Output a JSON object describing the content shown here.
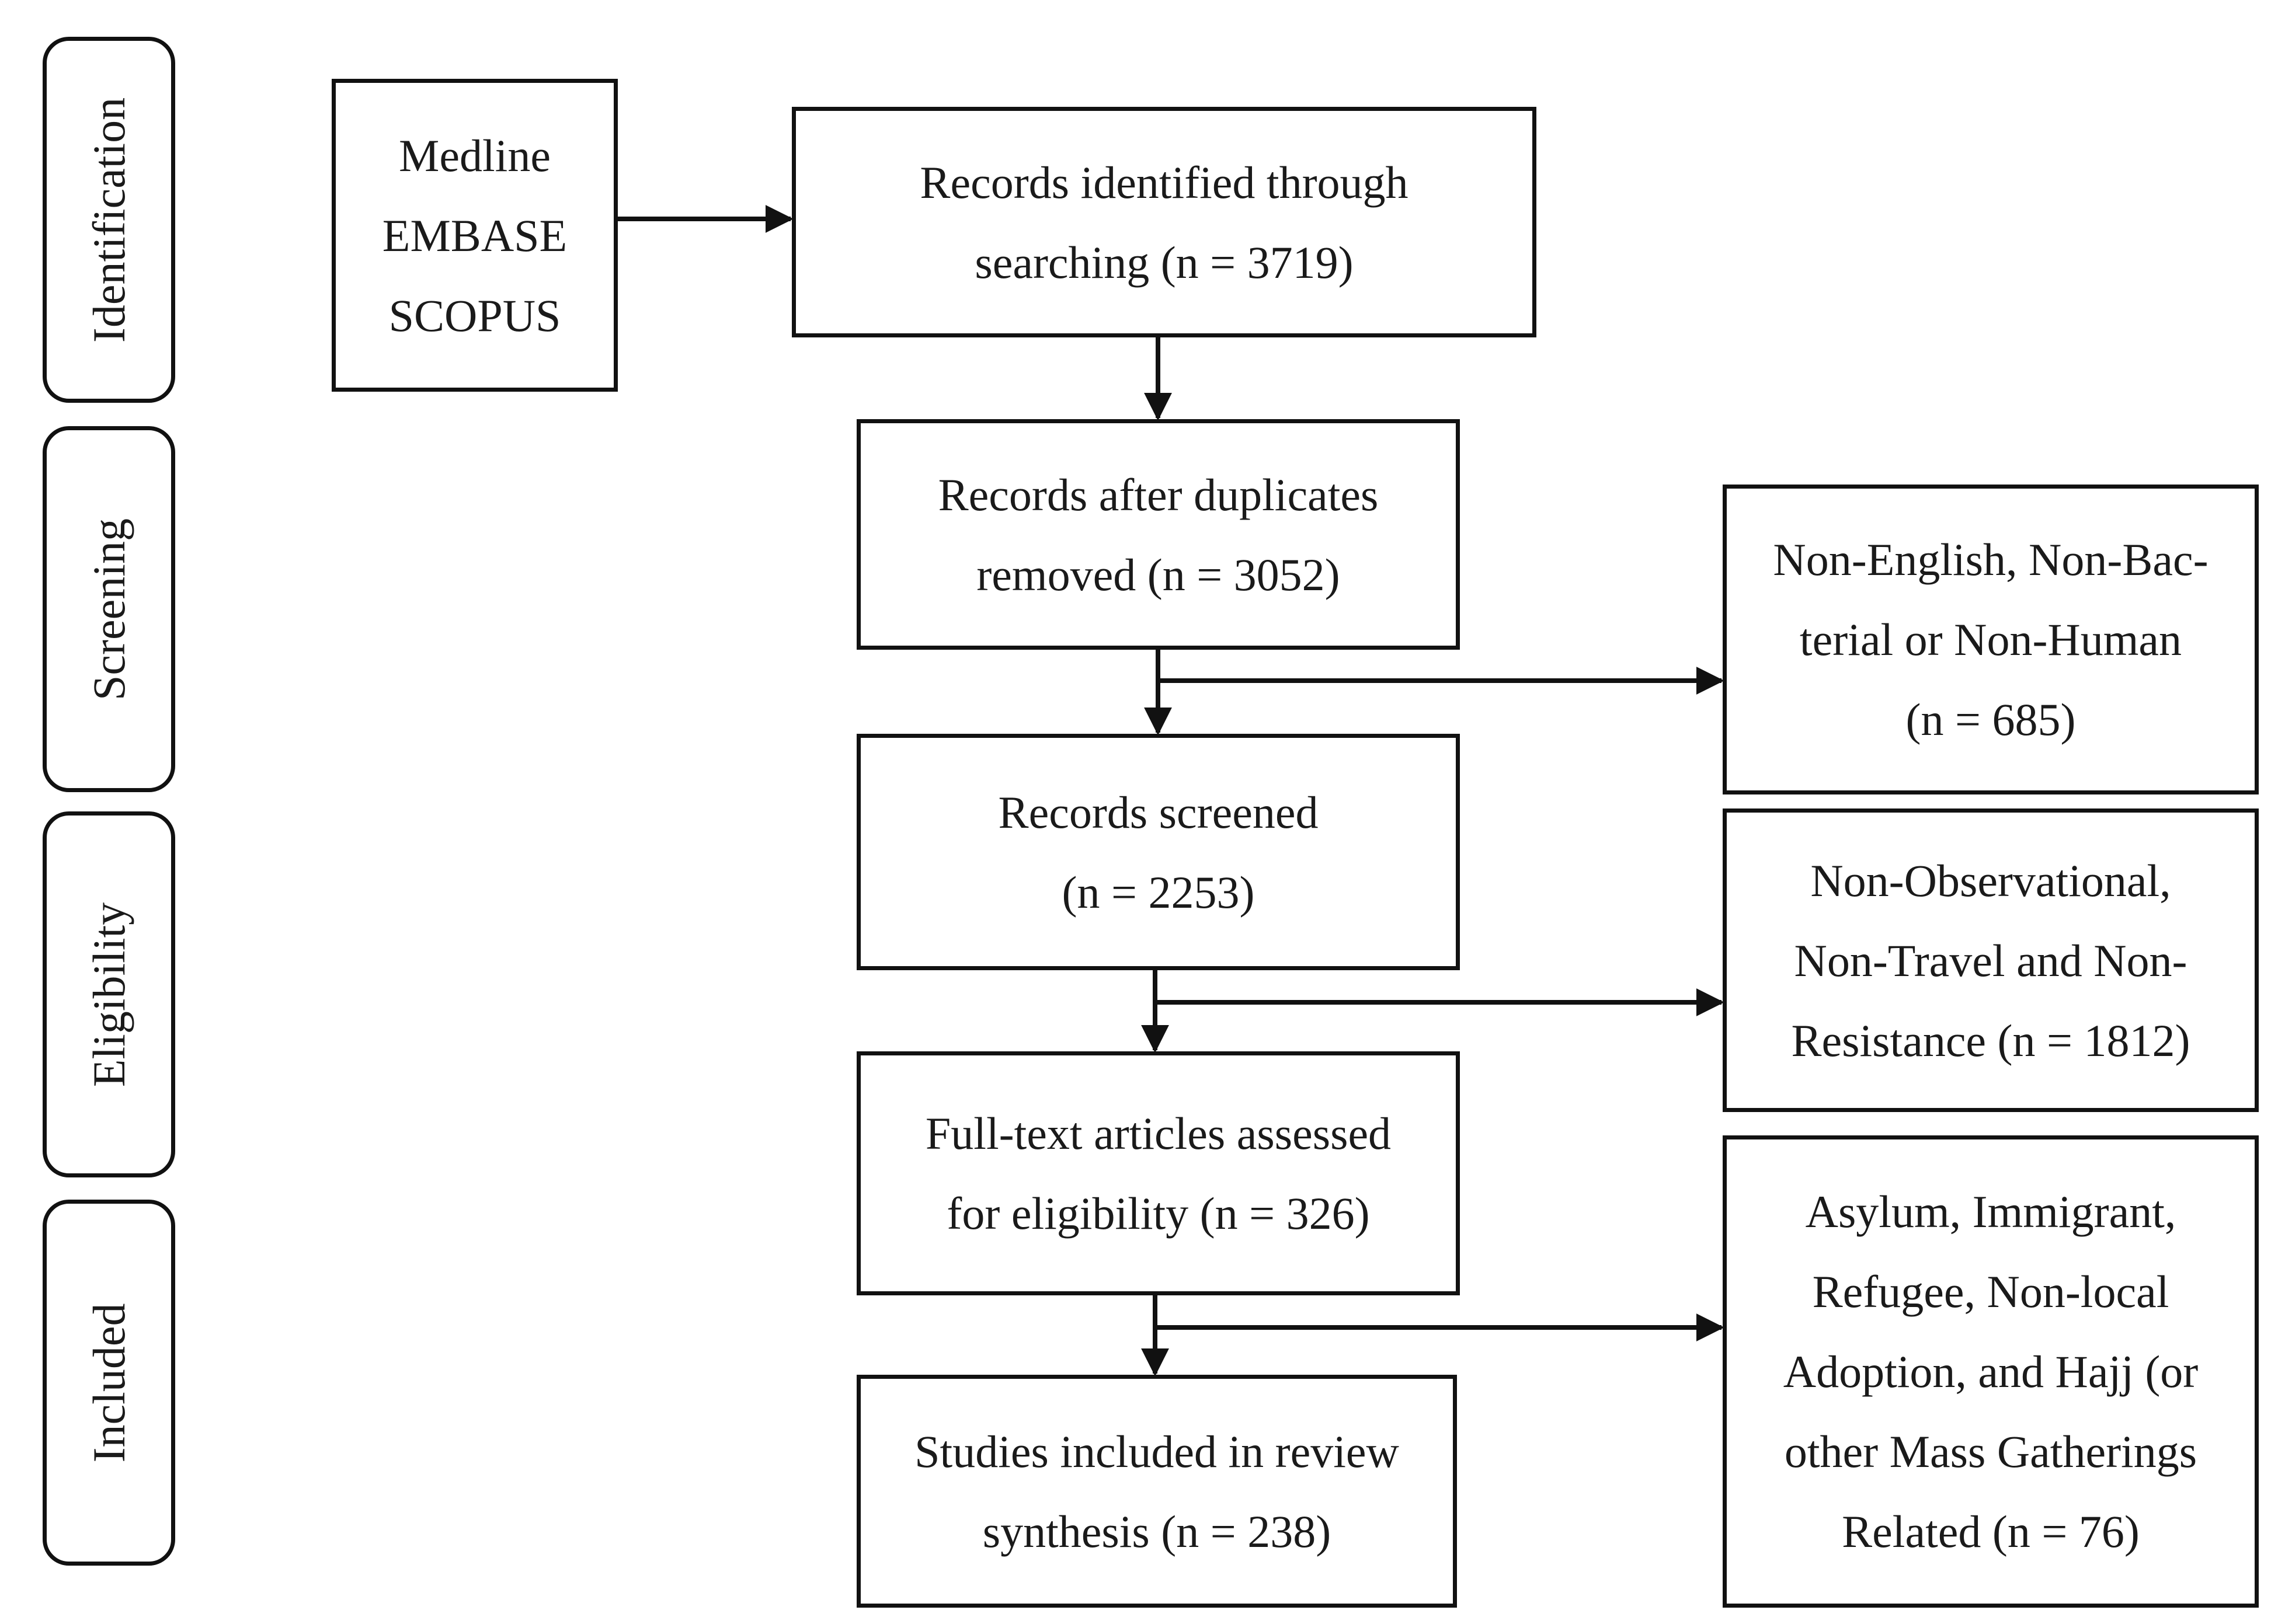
{
  "stages": [
    {
      "label": "Identification"
    },
    {
      "label": "Screening"
    },
    {
      "label": "Eligibility"
    },
    {
      "label": "Included"
    }
  ],
  "sources": [
    "Medline",
    "EMBASE",
    "SCOPUS"
  ],
  "main_boxes": {
    "identified": [
      "Records identified through",
      "searching (n = 3719)"
    ],
    "deduplicated": [
      "Records after duplicates",
      "removed (n = 3052)"
    ],
    "screened": [
      "Records screened",
      "(n = 2253)"
    ],
    "fulltext": [
      "Full-text articles assessed",
      "for eligibility (n = 326)"
    ],
    "included": [
      "Studies included in review",
      "synthesis (n = 238)"
    ]
  },
  "exclusion_boxes": {
    "language": [
      "Non-English, Non-Bac-",
      "terial or Non-Human",
      "(n = 685)"
    ],
    "design": [
      "Non-Observational,",
      "Non-Travel and Non-",
      "Resistance (n = 1812)"
    ],
    "population": [
      "Asylum, Immigrant,",
      "Refugee, Non-local",
      "Adoption, and Hajj (or",
      "other Mass Gatherings",
      "Related (n = 76)"
    ]
  }
}
